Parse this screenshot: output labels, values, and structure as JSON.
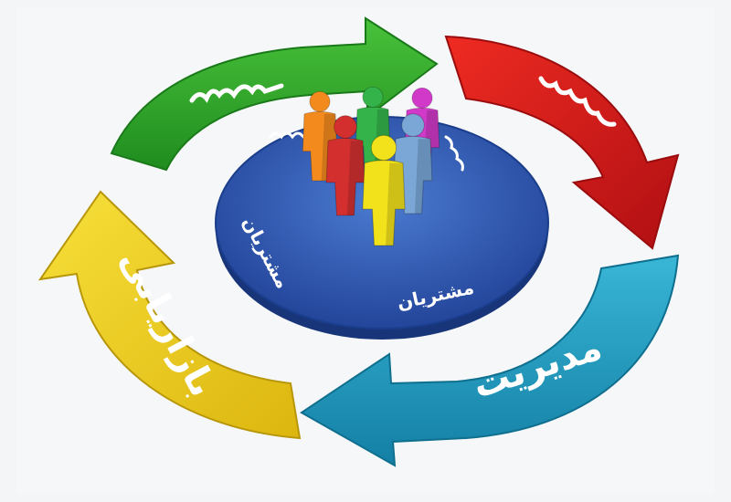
{
  "diagram": {
    "labels": {
      "marketing": "بازاریابی",
      "management": "مدیریت",
      "customers_left": "مشتریان",
      "customers_bottom": "مشتریان"
    },
    "colors": {
      "green": "#2fa52b",
      "red": "#d7191c",
      "teal": "#1f9ec2",
      "yellow": "#efd31c",
      "disc": "#2f5cad",
      "disc_dark": "#18357a"
    },
    "people_colors": [
      "#f28a1e",
      "#34b34a",
      "#d13ac8",
      "#d32f2f",
      "#7aa7d6",
      "#f2e21c"
    ]
  }
}
